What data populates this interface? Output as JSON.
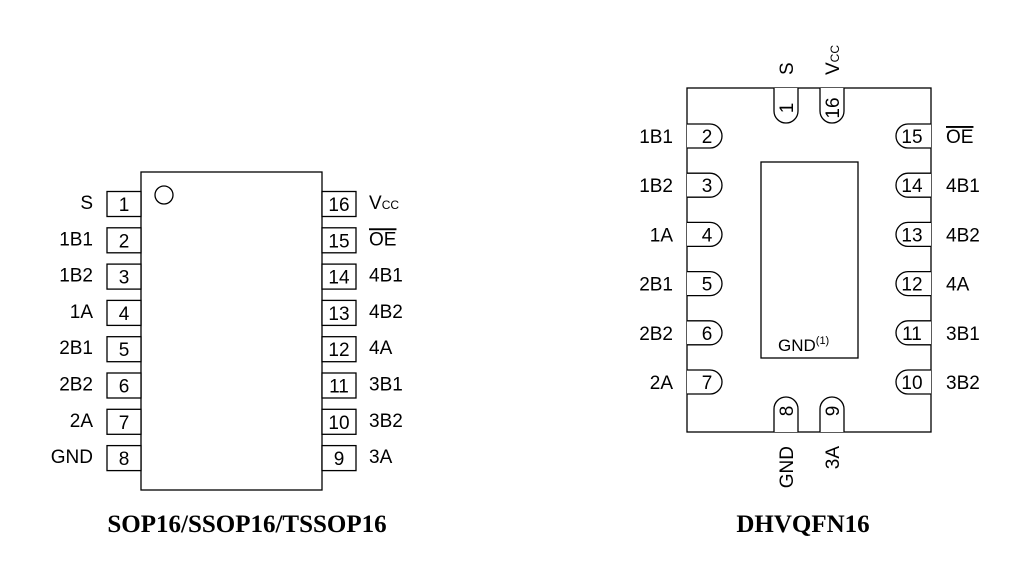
{
  "sop": {
    "caption": "SOP16/SSOP16/TSSOP16",
    "left_pins": [
      {
        "num": "1",
        "label": "S"
      },
      {
        "num": "2",
        "label": "1B1"
      },
      {
        "num": "3",
        "label": "1B2"
      },
      {
        "num": "4",
        "label": "1A"
      },
      {
        "num": "5",
        "label": "2B1"
      },
      {
        "num": "6",
        "label": "2B2"
      },
      {
        "num": "7",
        "label": "2A"
      },
      {
        "num": "8",
        "label": "GND"
      }
    ],
    "right_pins": [
      {
        "num": "16",
        "label": "V",
        "sub": "CC"
      },
      {
        "num": "15",
        "label": "OE",
        "overline": true
      },
      {
        "num": "14",
        "label": "4B1"
      },
      {
        "num": "13",
        "label": "4B2"
      },
      {
        "num": "12",
        "label": "4A"
      },
      {
        "num": "11",
        "label": "3B1"
      },
      {
        "num": "10",
        "label": "3B2"
      },
      {
        "num": "9",
        "label": "3A"
      }
    ]
  },
  "qfn": {
    "caption": "DHVQFN16",
    "top_pins": [
      {
        "num": "1",
        "label": "S"
      },
      {
        "num": "16",
        "label": "V",
        "sub": "CC"
      }
    ],
    "left_pins": [
      {
        "num": "2",
        "label": "1B1"
      },
      {
        "num": "3",
        "label": "1B2"
      },
      {
        "num": "4",
        "label": "1A"
      },
      {
        "num": "5",
        "label": "2B1"
      },
      {
        "num": "6",
        "label": "2B2"
      },
      {
        "num": "7",
        "label": "2A"
      }
    ],
    "right_pins": [
      {
        "num": "15",
        "label": "OE",
        "overline": true
      },
      {
        "num": "14",
        "label": "4B1"
      },
      {
        "num": "13",
        "label": "4B2"
      },
      {
        "num": "12",
        "label": "4A"
      },
      {
        "num": "11",
        "label": "3B1"
      },
      {
        "num": "10",
        "label": "3B2"
      }
    ],
    "bottom_pins": [
      {
        "num": "8",
        "label": "GND"
      },
      {
        "num": "9",
        "label": "3A"
      }
    ],
    "pad_label": "GND",
    "pad_note": "(1)"
  }
}
